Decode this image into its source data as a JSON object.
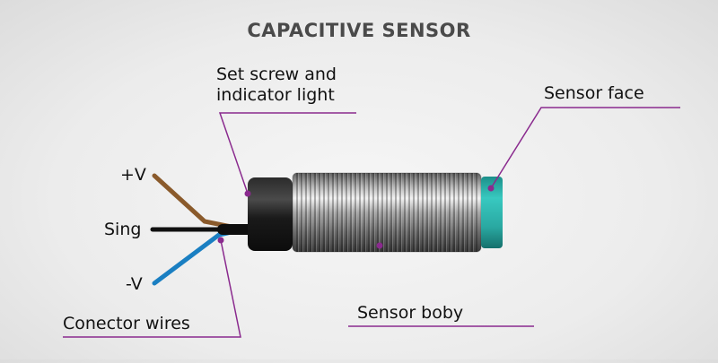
{
  "title": "CAPACITIVE SENSOR",
  "labels": {
    "set_screw_line1": "Set screw and",
    "set_screw_line2": "indicator light",
    "sensor_face": "Sensor face",
    "plus_v": "+V",
    "signal": "Sing",
    "minus_v": "-V",
    "connector_wires": "Conector wires",
    "sensor_body": "Sensor boby"
  },
  "colors": {
    "callout": "#8a2a8e",
    "wire_brown": "#8a5a2b",
    "wire_black": "#111111",
    "wire_blue": "#1a7fc2",
    "sensor_face": "#2fb8b0",
    "cap": "#1c1c1c",
    "body_metal": "#8c8c8c"
  }
}
